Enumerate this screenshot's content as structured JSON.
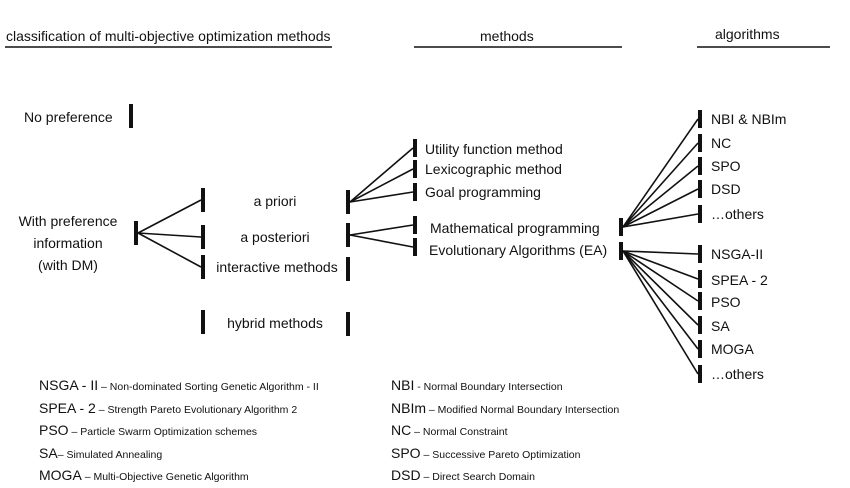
{
  "headers": {
    "classification": "classification of multi-objective optimization methods",
    "methods": "methods",
    "algorithms": "algorithms"
  },
  "categories": {
    "no_preference": "No preference",
    "with_preference_lines": [
      "With preference",
      "information",
      "(with DM)"
    ]
  },
  "preference_types": [
    "a priori",
    "a posteriori",
    "interactive methods",
    "hybrid methods"
  ],
  "methods": {
    "apriori": [
      "Utility function method",
      "Lexicographic method",
      "Goal programming"
    ],
    "aposteriori": [
      "Mathematical programming",
      "Evolutionary Algorithms (EA)"
    ]
  },
  "algorithms": {
    "mathematical": [
      "NBI & NBIm",
      "NC",
      "SPO",
      "DSD",
      "…others"
    ],
    "evolutionary": [
      "NSGA-II",
      "SPEA - 2",
      "PSO",
      "SA",
      "MOGA",
      "…others"
    ]
  },
  "legend_left": [
    {
      "abbr": "NSGA - II",
      "desc": " – Non-dominated Sorting Genetic Algorithm - II"
    },
    {
      "abbr": "SPEA - 2",
      "desc": " – Strength Pareto Evolutionary Algorithm 2"
    },
    {
      "abbr": "PSO",
      "desc": " – Particle Swarm Optimization schemes"
    },
    {
      "abbr": "SA",
      "desc": "– Simulated Annealing"
    },
    {
      "abbr": "MOGA",
      "desc": " – Multi-Objective Genetic Algorithm"
    }
  ],
  "legend_right": [
    {
      "abbr": "NBI",
      "desc": " - Normal Boundary Intersection"
    },
    {
      "abbr": "NBIm",
      "desc": " – Modified Normal Boundary Intersection"
    },
    {
      "abbr": "NC",
      "desc": " – Normal Constraint"
    },
    {
      "abbr": "SPO",
      "desc": " – Successive Pareto Optimization"
    },
    {
      "abbr": "DSD",
      "desc": " – Direct Search Domain"
    }
  ],
  "colors": {
    "ink": "#111111",
    "background": "#ffffff"
  }
}
